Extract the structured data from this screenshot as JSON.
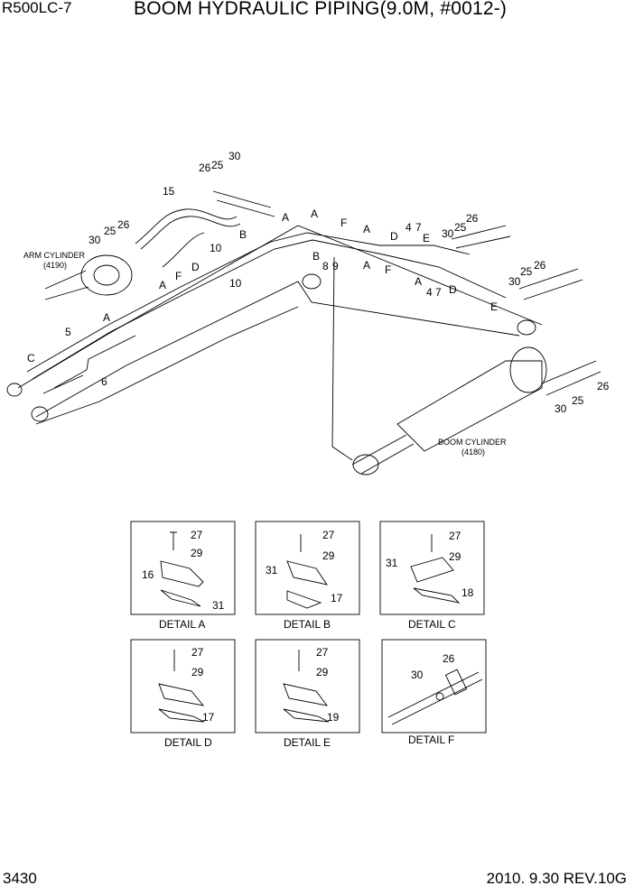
{
  "header": {
    "model": "R500LC-7",
    "title": "BOOM HYDRAULIC PIPING(9.0M, #0012-)"
  },
  "footer": {
    "page": "3430",
    "date_rev": "2010. 9.30  REV.10G"
  },
  "main_view": {
    "arm_cylinder_label": "ARM CYLINDER",
    "arm_cylinder_code": "(4190)",
    "boom_cylinder_label": "BOOM CYLINDER",
    "boom_cylinder_code": "(4180)",
    "callouts": [
      "26",
      "25",
      "30",
      "15",
      "30",
      "25",
      "26",
      "10",
      "10",
      "B",
      "F",
      "D",
      "A",
      "A",
      "5",
      "A",
      "C",
      "6",
      "A",
      "B",
      "F",
      "A",
      "D",
      "E",
      "4",
      "7",
      "30",
      "25",
      "26",
      "8",
      "9",
      "A",
      "F",
      "A",
      "4",
      "7",
      "D",
      "30",
      "25",
      "26",
      "E",
      "26",
      "25",
      "30"
    ]
  },
  "details": [
    {
      "caption": "DETAIL  A",
      "parts": [
        "27",
        "29",
        "16",
        "31"
      ]
    },
    {
      "caption": "DETAIL  B",
      "parts": [
        "27",
        "29",
        "31",
        "17"
      ]
    },
    {
      "caption": "DETAIL  C",
      "parts": [
        "27",
        "29",
        "31",
        "18"
      ]
    },
    {
      "caption": "DETAIL  D",
      "parts": [
        "27",
        "29",
        "17"
      ]
    },
    {
      "caption": "DETAIL  E",
      "parts": [
        "27",
        "29",
        "19"
      ]
    },
    {
      "caption": "DETAIL  F",
      "parts": [
        "26",
        "30"
      ]
    }
  ]
}
